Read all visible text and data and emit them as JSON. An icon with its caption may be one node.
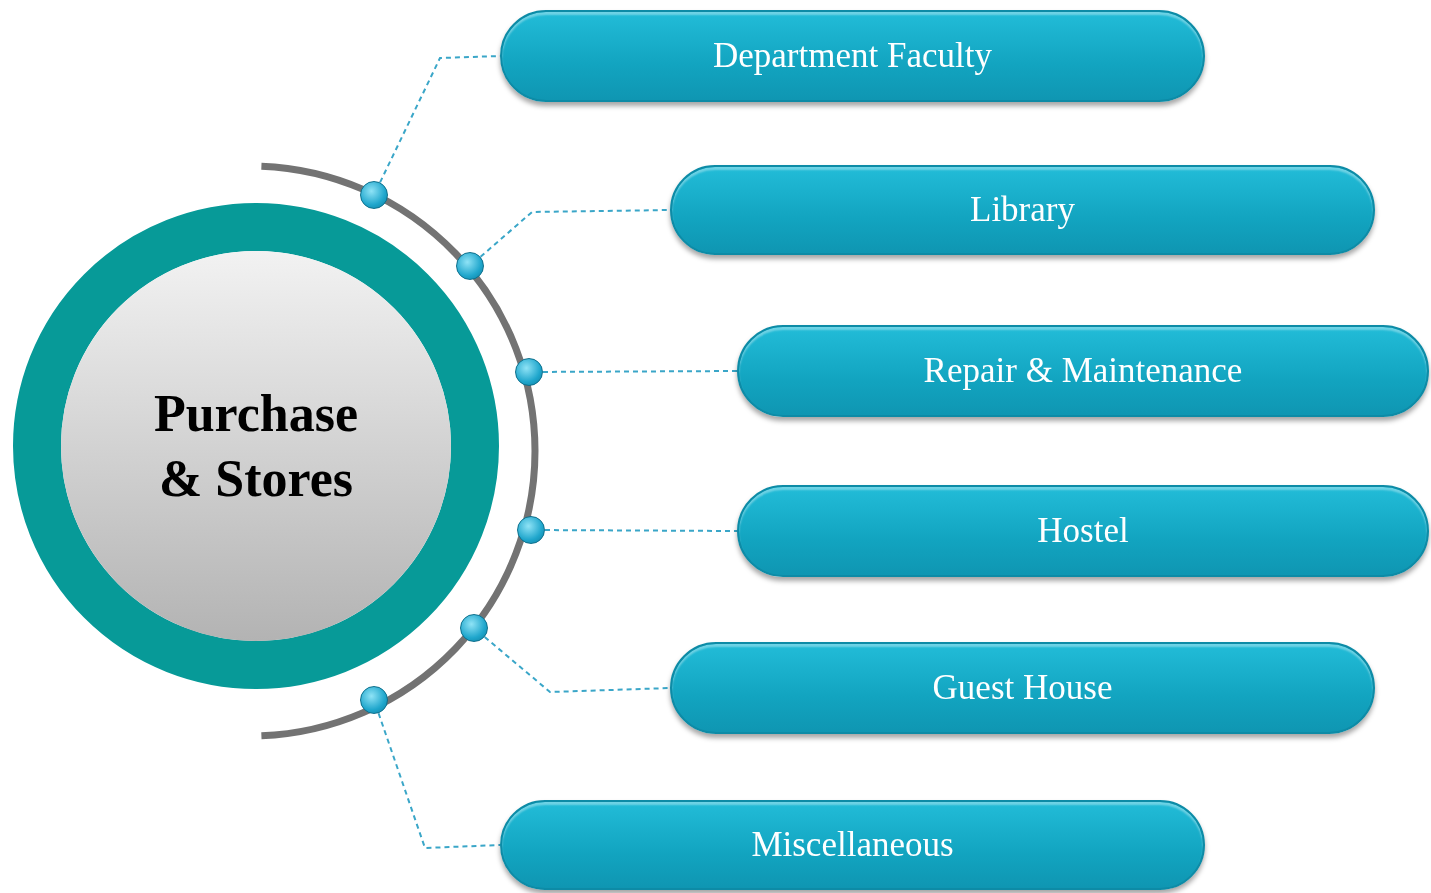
{
  "diagram": {
    "nodes": [
      {
        "text": [
          "Purchase & Stores"
        ]
      },
      {
        "text": [
          "Department Faculty"
        ]
      },
      {
        "text": [
          "Library"
        ]
      },
      {
        "text": [
          "Repair & Maintenance"
        ]
      },
      {
        "text": [
          "Hostel"
        ]
      },
      {
        "text": [
          "Guest House"
        ]
      },
      {
        "text": [
          "Miscellaneous"
        ]
      },
      {
        "text": [],
        "shape": "circle"
      },
      {
        "text": [],
        "shape": "circle"
      },
      {
        "text": [],
        "shape": "circle"
      },
      {
        "text": [],
        "shape": "circle"
      },
      {
        "text": [],
        "shape": "circle"
      },
      {
        "text": [],
        "shape": "circle"
      }
    ],
    "edges": [
      {
        "from": 7,
        "to": 1,
        "arrow": "none",
        "style": "dashed"
      },
      {
        "from": 8,
        "to": 2,
        "arrow": "none",
        "style": "dashed"
      },
      {
        "from": 9,
        "to": 3,
        "arrow": "none",
        "style": "dashed"
      },
      {
        "from": 10,
        "to": 4,
        "arrow": "none",
        "style": "dashed"
      },
      {
        "from": 11,
        "to": 5,
        "arrow": "none",
        "style": "dashed"
      },
      {
        "from": 12,
        "to": 6,
        "arrow": "none",
        "style": "dashed"
      }
    ]
  }
}
